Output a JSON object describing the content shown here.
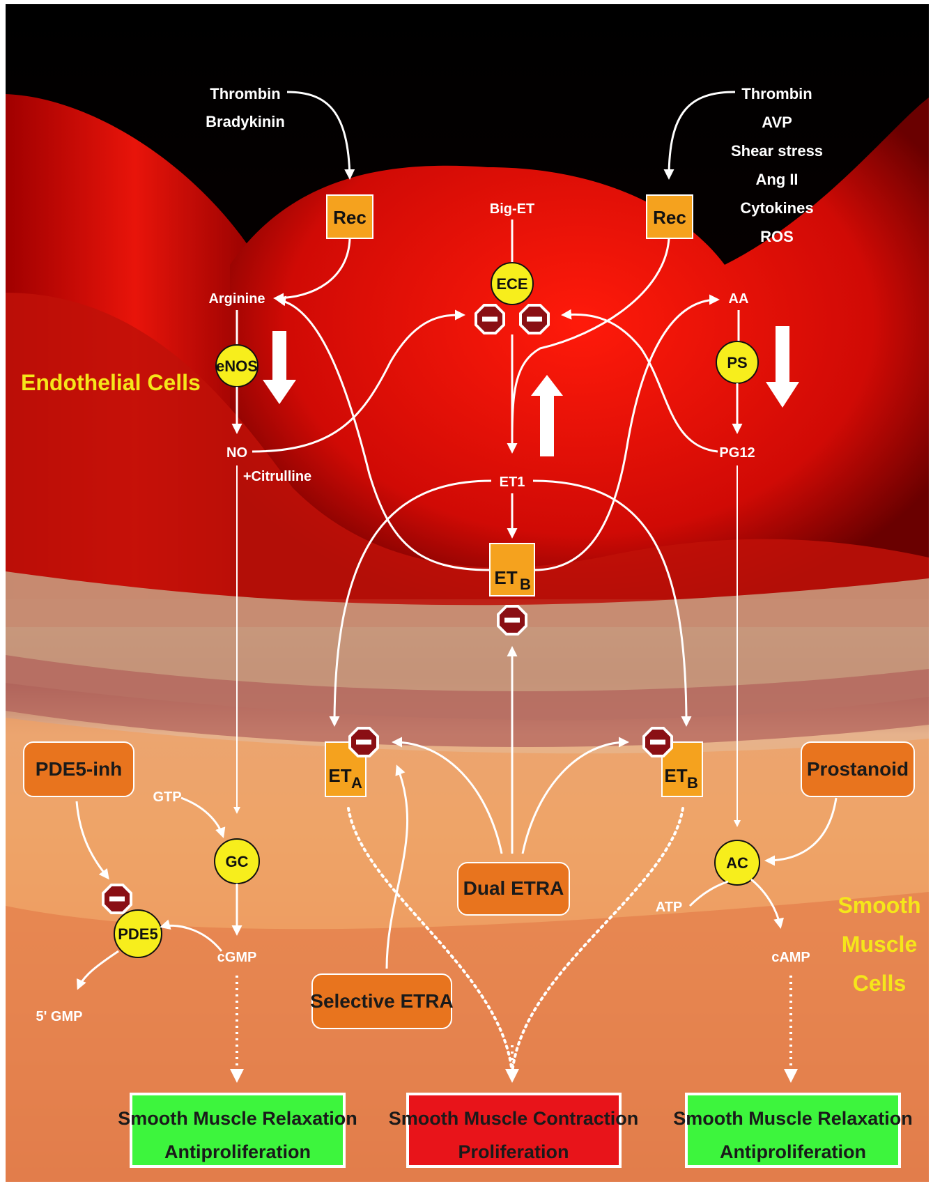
{
  "regions": {
    "endothelial": "Endothelial Cells",
    "smooth_line1": "Smooth",
    "smooth_line2": "Muscle",
    "smooth_line3": "Cells"
  },
  "stimuli_left": [
    "Thrombin",
    "Bradykinin"
  ],
  "stimuli_right": [
    "Thrombin",
    "AVP",
    "Shear stress",
    "Ang II",
    "Cytokines",
    "ROS"
  ],
  "receptors": {
    "left": "Rec",
    "right": "Rec"
  },
  "endothelial": {
    "big_et": "Big-ET",
    "ece": "ECE",
    "arginine": "Arginine",
    "enos": "eNOS",
    "no": "NO",
    "citrulline": "+Citrulline",
    "aa": "AA",
    "ps": "PS",
    "pg12": "PG12",
    "et1": "ET1",
    "etb_main": "ET",
    "etb_sub": "B"
  },
  "smooth": {
    "eta_main": "ET",
    "eta_sub": "A",
    "etb_main": "ET",
    "etb_sub": "B",
    "gtp": "GTP",
    "gc": "GC",
    "cgmp": "cGMP",
    "pde5": "PDE5",
    "gmp": "5' GMP",
    "atp": "ATP",
    "ac": "AC",
    "camp": "cAMP"
  },
  "drugs": {
    "pde5_inh": "PDE5-inh",
    "prostanoid": "Prostanoid",
    "dual_etra": "Dual ETRA",
    "selective_etra": "Selective ETRA"
  },
  "outcomes": {
    "left": {
      "line1": "Smooth Muscle Relaxation",
      "line2": "Antiproliferation",
      "color": "#3df53d"
    },
    "center": {
      "line1": "Smooth Muscle Contraction",
      "line2": "Proliferation",
      "color": "#e8141a"
    },
    "right": {
      "line1": "Smooth Muscle Relaxation",
      "line2": "Antiproliferation",
      "color": "#3df53d"
    }
  },
  "colors": {
    "box_orange": "#f5a21e",
    "circle_yellow": "#f7ee1c",
    "pill_orange": "#e8741e",
    "stop_red": "#8a0f14"
  }
}
